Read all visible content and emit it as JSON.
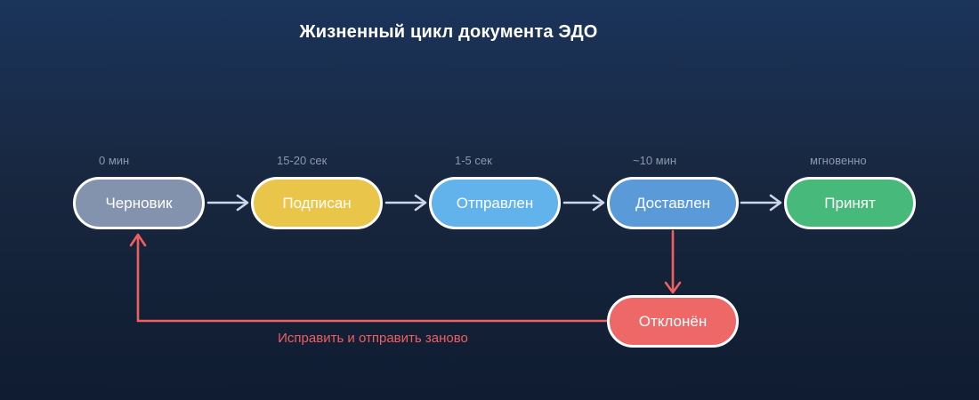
{
  "title": "Жизненный цикл документа ЭДО",
  "nodes": [
    {
      "label": "Черновик",
      "time": "0 мин",
      "color": "#8493ad"
    },
    {
      "label": "Подписан",
      "time": "15-20 сек",
      "color": "#e9c64a"
    },
    {
      "label": "Отправлен",
      "time": "1-5 сек",
      "color": "#62b2ec"
    },
    {
      "label": "Доставлен",
      "time": "~10 мин",
      "color": "#5b9ad8"
    },
    {
      "label": "Принят",
      "time": "мгновенно",
      "color": "#47b97a"
    },
    {
      "label": "Отклонён",
      "color": "#ee6868"
    }
  ],
  "retry_label": "Исправить и отправить заново",
  "colors": {
    "arrow": "#ccd7ea",
    "reject": "#f05f5f",
    "timeLabel": "#8d98aa",
    "bgTop": "#1b345b",
    "bgBottom": "#0f1c31",
    "nodeBorder": "#ffffff"
  }
}
